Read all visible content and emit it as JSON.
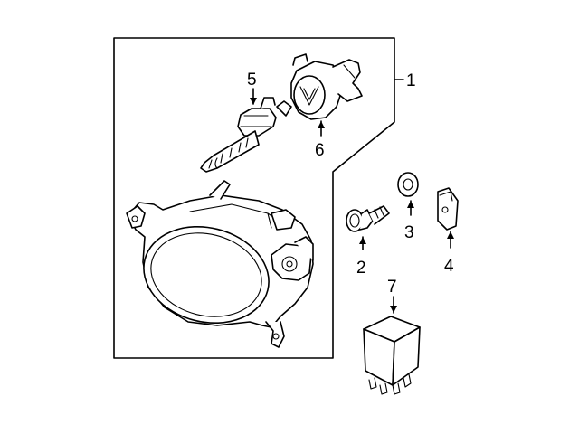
{
  "diagram": {
    "callouts": [
      {
        "id": "1",
        "label": "1"
      },
      {
        "id": "2",
        "label": "2"
      },
      {
        "id": "3",
        "label": "3"
      },
      {
        "id": "4",
        "label": "4"
      },
      {
        "id": "5",
        "label": "5"
      },
      {
        "id": "6",
        "label": "6"
      },
      {
        "id": "7",
        "label": "7"
      }
    ],
    "parts": [
      {
        "id": "fog-lamp-assembly",
        "icon": "fog-lamp-icon"
      },
      {
        "id": "screw",
        "icon": "screw-icon"
      },
      {
        "id": "washer",
        "icon": "washer-icon"
      },
      {
        "id": "clip",
        "icon": "clip-icon"
      },
      {
        "id": "bulb",
        "icon": "bulb-icon"
      },
      {
        "id": "socket",
        "icon": "socket-icon"
      },
      {
        "id": "module",
        "icon": "module-icon"
      }
    ]
  }
}
